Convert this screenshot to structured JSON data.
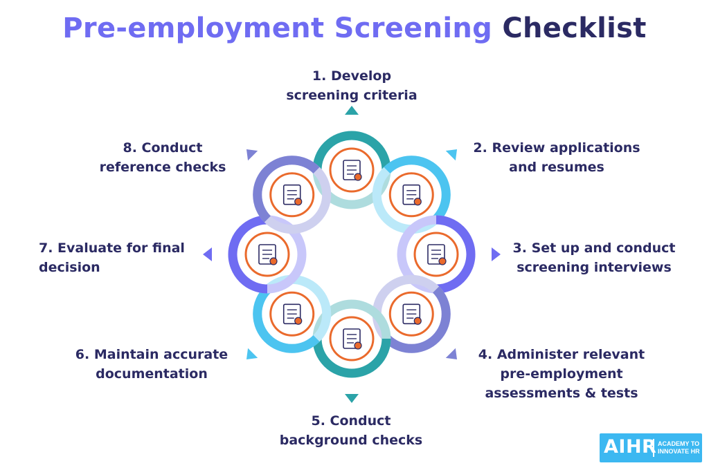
{
  "title": {
    "part1": "Pre-employment Screening",
    "part2": "Checklist"
  },
  "steps": [
    {
      "line1": "1. Develop",
      "line2": "screening criteria",
      "icon": "laptop-gears-icon",
      "color": "#2ba3a8"
    },
    {
      "line1": "2. Review applications",
      "line2": "and resumes",
      "icon": "resume-document-icon",
      "color": "#4cc4f0"
    },
    {
      "line1": "3. Set up and conduct",
      "line2": "screening interviews",
      "icon": "interview-candidate-icon",
      "color": "#6f6cf2"
    },
    {
      "line1": "4. Administer relevant",
      "line2": "pre-employment",
      "line3": "assessments & tests",
      "icon": "assessment-gear-icon",
      "color": "#7d82d4"
    },
    {
      "line1": "5. Conduct",
      "line2": "background checks",
      "icon": "background-check-icon",
      "color": "#2ba3a8"
    },
    {
      "line1": "6. Maintain accurate",
      "line2": "documentation",
      "icon": "documentation-icon",
      "color": "#4cc4f0"
    },
    {
      "line1": "7. Evaluate for final",
      "line2": "decision",
      "icon": "magnifier-evaluate-icon",
      "color": "#6f6cf2"
    },
    {
      "line1": "8. Conduct",
      "line2": "reference checks",
      "icon": "reference-book-icon",
      "color": "#7d82d4"
    }
  ],
  "logo": {
    "brand": "AIHR",
    "tagline1": "ACADEMY TO",
    "tagline2": "INNOVATE HR",
    "color": "#3cb8f1"
  },
  "colors": {
    "accent_orange": "#ea6a2c",
    "dark_text": "#2b2a63",
    "title_purple": "#6f6cf2"
  }
}
